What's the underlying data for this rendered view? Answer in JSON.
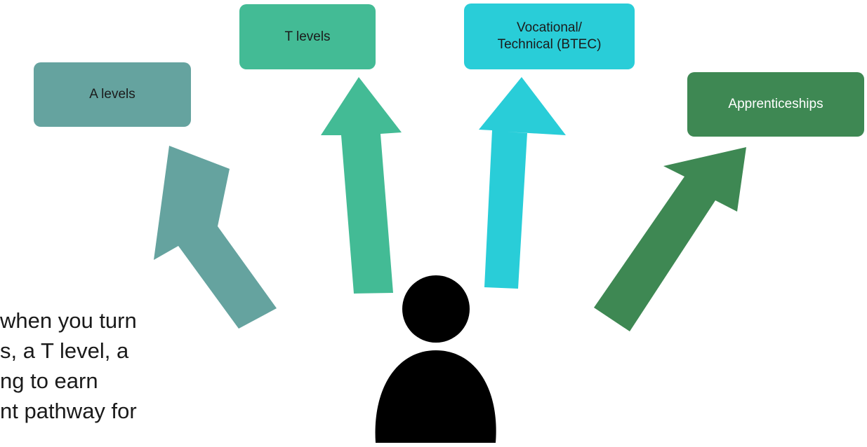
{
  "destinations": {
    "a_levels": {
      "label": "A levels",
      "color": "#65a39f"
    },
    "t_levels": {
      "label": "T levels",
      "color": "#43bb95"
    },
    "vocational": {
      "label_line1": "Vocational/",
      "label_line2": "Technical (BTEC)",
      "color": "#29cdd8"
    },
    "apprenticeships": {
      "label": "Apprenticeships",
      "color": "#3e8853"
    }
  },
  "person": {
    "icon": "person-icon",
    "color": "#000000"
  },
  "caption": {
    "line1": "when you turn",
    "line2": "s, a T level, a",
    "line3": "ng to earn",
    "line4": "nt pathway for"
  }
}
